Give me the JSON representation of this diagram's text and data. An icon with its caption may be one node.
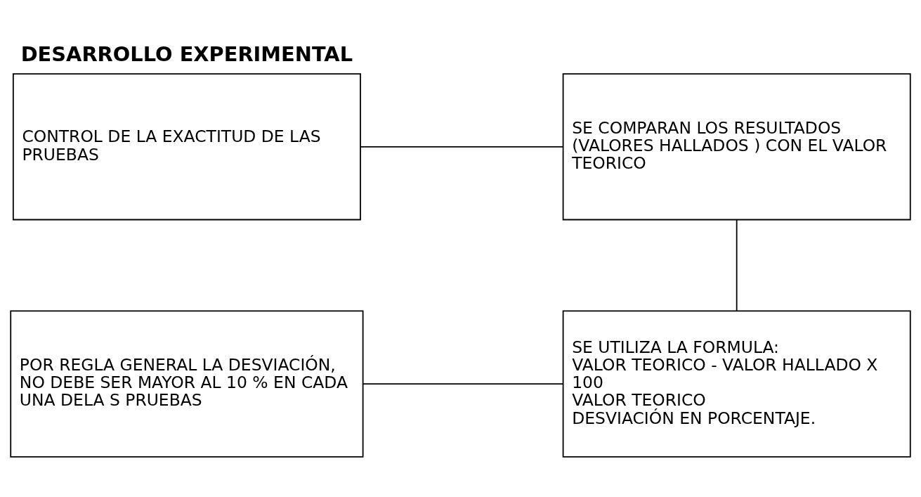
{
  "diagram": {
    "title": "DESARROLLO EXPERIMENTAL",
    "nodes": [
      {
        "text": [
          "CONTROL DE LA EXACTITUD DE LAS PRUEBAS"
        ]
      },
      {
        "text": [
          "SE COMPARAN LOS RESULTADOS (VALORES HALLADOS ) CON EL VALOR TEORICO"
        ]
      },
      {
        "text": [
          "POR REGLA GENERAL LA DESVIACIÓN, NO DEBE SER MAYOR AL 10 % EN CADA UNA DELA S PRUEBAS"
        ]
      },
      {
        "text": [
          "SE UTILIZA LA FORMULA:",
          "VALOR TEORICO - VALOR HALLADO X 100",
          "VALOR TEORICO",
          "DESVIACIÓN EN PORCENTAJE."
        ]
      }
    ],
    "edges": [
      {
        "from": 0,
        "to": 1,
        "arrow": "none"
      },
      {
        "from": 1,
        "to": 3,
        "arrow": "none"
      },
      {
        "from": 2,
        "to": 3,
        "arrow": "none"
      }
    ]
  }
}
